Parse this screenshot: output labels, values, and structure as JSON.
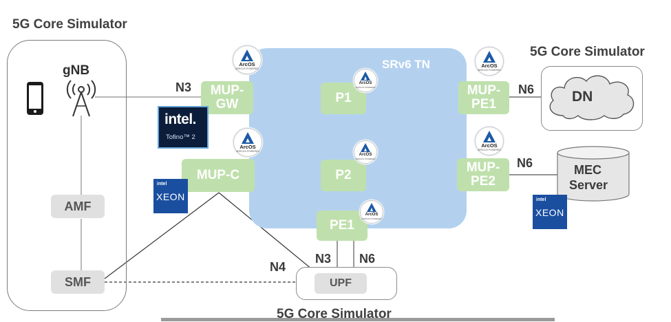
{
  "titles": {
    "left": "5G Core Simulator",
    "right": "5G Core Simulator",
    "bottom": "5G Core Simulator"
  },
  "transport": {
    "label": "SRv6 TN"
  },
  "ran": {
    "gnb_label": "gNB"
  },
  "control_plane": {
    "amf": "AMF",
    "smf": "SMF"
  },
  "nodes": {
    "mup_gw": "MUP-\nGW",
    "mup_c": "MUP-C",
    "p1": "P1",
    "p2": "P2",
    "pe1": "PE1",
    "mup_pe1": "MUP-\nPE1",
    "mup_pe2": "MUP-\nPE2",
    "upf": "UPF"
  },
  "interfaces": {
    "n3_gw": "N3",
    "n6_dn": "N6",
    "n6_mec": "N6",
    "n4": "N4",
    "n3_upf": "N3",
    "n6_upf": "N6"
  },
  "endpoints": {
    "dn": "DN",
    "mec_line1": "MEC",
    "mec_line2": "Server"
  },
  "badges": {
    "arcos_label": "ArcOS",
    "arcos_sub": "ARRCUS POWERED",
    "intel_word": "intel.",
    "tofino_label": "Tofino™ 2",
    "xeon_label": "XEON",
    "xeon_intel": "intel"
  },
  "icons": [
    "smartphone-icon",
    "antenna-tower-icon",
    "cloud-icon",
    "database-cylinder-icon",
    "arcos-logo",
    "intel-tofino-logo",
    "intel-xeon-logo"
  ],
  "colors": {
    "node_green": "#bfe0ac",
    "transport_blue": "#b3d1ef",
    "gray_node": "#e0e0e0",
    "arcos_blue": "#1c5aa6"
  }
}
